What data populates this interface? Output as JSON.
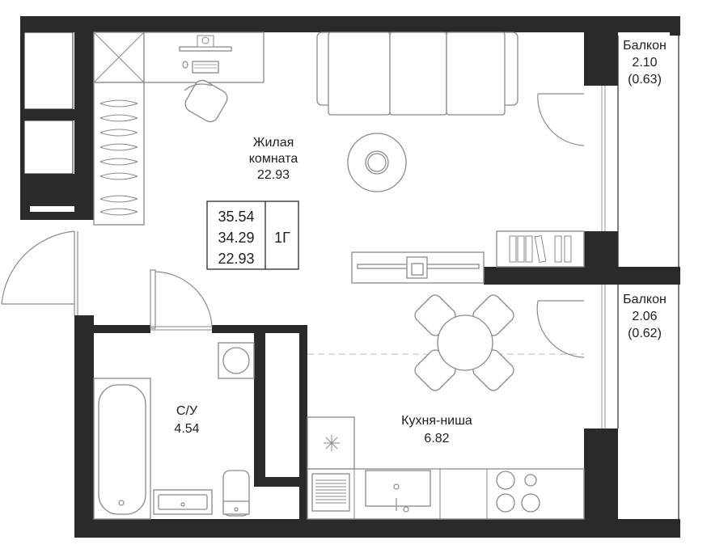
{
  "rooms": {
    "living": {
      "name_line1": "Жилая",
      "name_line2": "комната",
      "area": "22.93"
    },
    "bathroom": {
      "name": "С/У",
      "area": "4.54"
    },
    "kitchen": {
      "name": "Кухня-ниша",
      "area": "6.82"
    },
    "balcony_top": {
      "name": "Балкон",
      "area": "2.10",
      "area_coef": "(0.63)"
    },
    "balcony_bottom": {
      "name": "Балкон",
      "area": "2.06",
      "area_coef": "(0.62)"
    }
  },
  "summary": {
    "total_area": "35.54",
    "area_without_balcony": "34.29",
    "living_area": "22.93",
    "apartment_type": "1Г"
  },
  "colors": {
    "wall": "#2a2a2a",
    "furniture_stroke": "#8a8a8a",
    "text": "#1e1e1e",
    "background": "#ffffff"
  }
}
